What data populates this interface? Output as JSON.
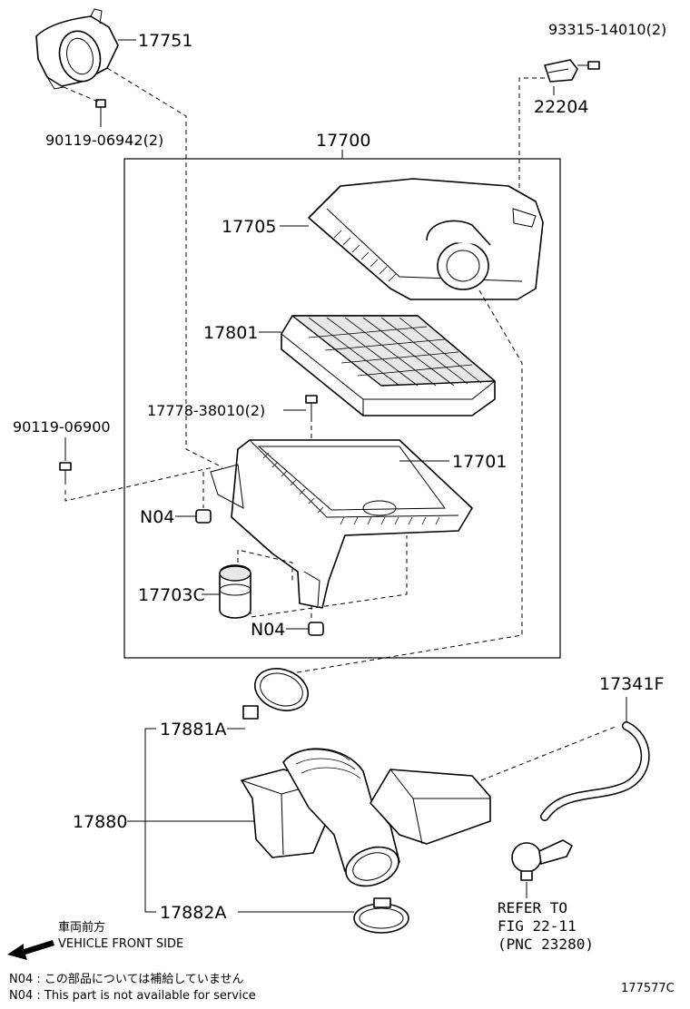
{
  "labels": {
    "p17751": "17751",
    "p90119_06942": "90119-06942(2)",
    "p93315_14010": "93315-14010(2)",
    "p22204": "22204",
    "p17700": "17700",
    "p17705": "17705",
    "p17801": "17801",
    "p17778_38010": "17778-38010(2)",
    "p90119_06900": "90119-06900",
    "p17701": "17701",
    "n04_top": "N04",
    "p17703c": "17703C",
    "n04_bottom": "N04",
    "p17341f": "17341F",
    "p17881a": "17881A",
    "p17880": "17880",
    "p17882a": "17882A",
    "refer_line1": "REFER TO",
    "refer_line2": "FIG 22-11",
    "refer_line3": "(PNC 23280)"
  },
  "legend": {
    "vehicle_front_jp": "車両前方",
    "vehicle_front_en": "VEHICLE FRONT SIDE"
  },
  "notes": {
    "jp": "N04 : この部品については補給していません",
    "en": "N04 : This part is not available for service"
  },
  "figure_code": "177577C"
}
